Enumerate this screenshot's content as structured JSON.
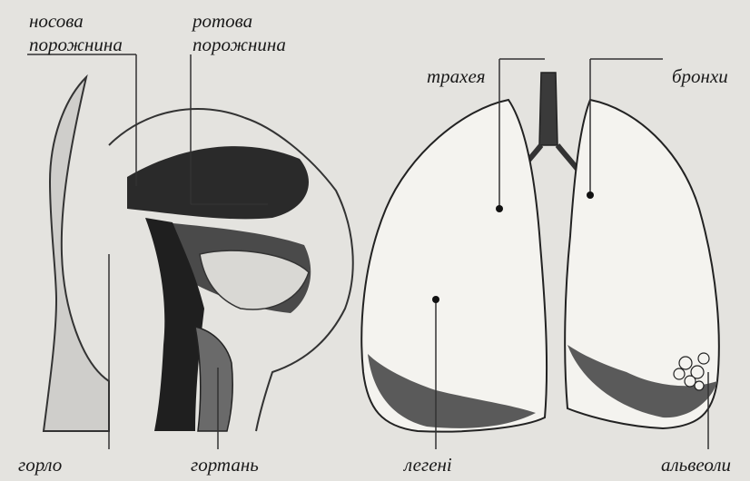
{
  "labels": {
    "nasal_cavity": "носова\nпорожнина",
    "oral_cavity": "ротова\nпорожнина",
    "trachea": "трахея",
    "bronchi": "бронхи",
    "pharynx": "горло",
    "larynx": "гортань",
    "lungs": "легені",
    "alveoli": "альвеоли"
  },
  "colors": {
    "background": "#e4e3df",
    "ink": "#1a1a1a",
    "tissue_dark": "#222222",
    "lung_fill": "#f4f3ef",
    "tissue_mid": "#8a8a8a"
  }
}
